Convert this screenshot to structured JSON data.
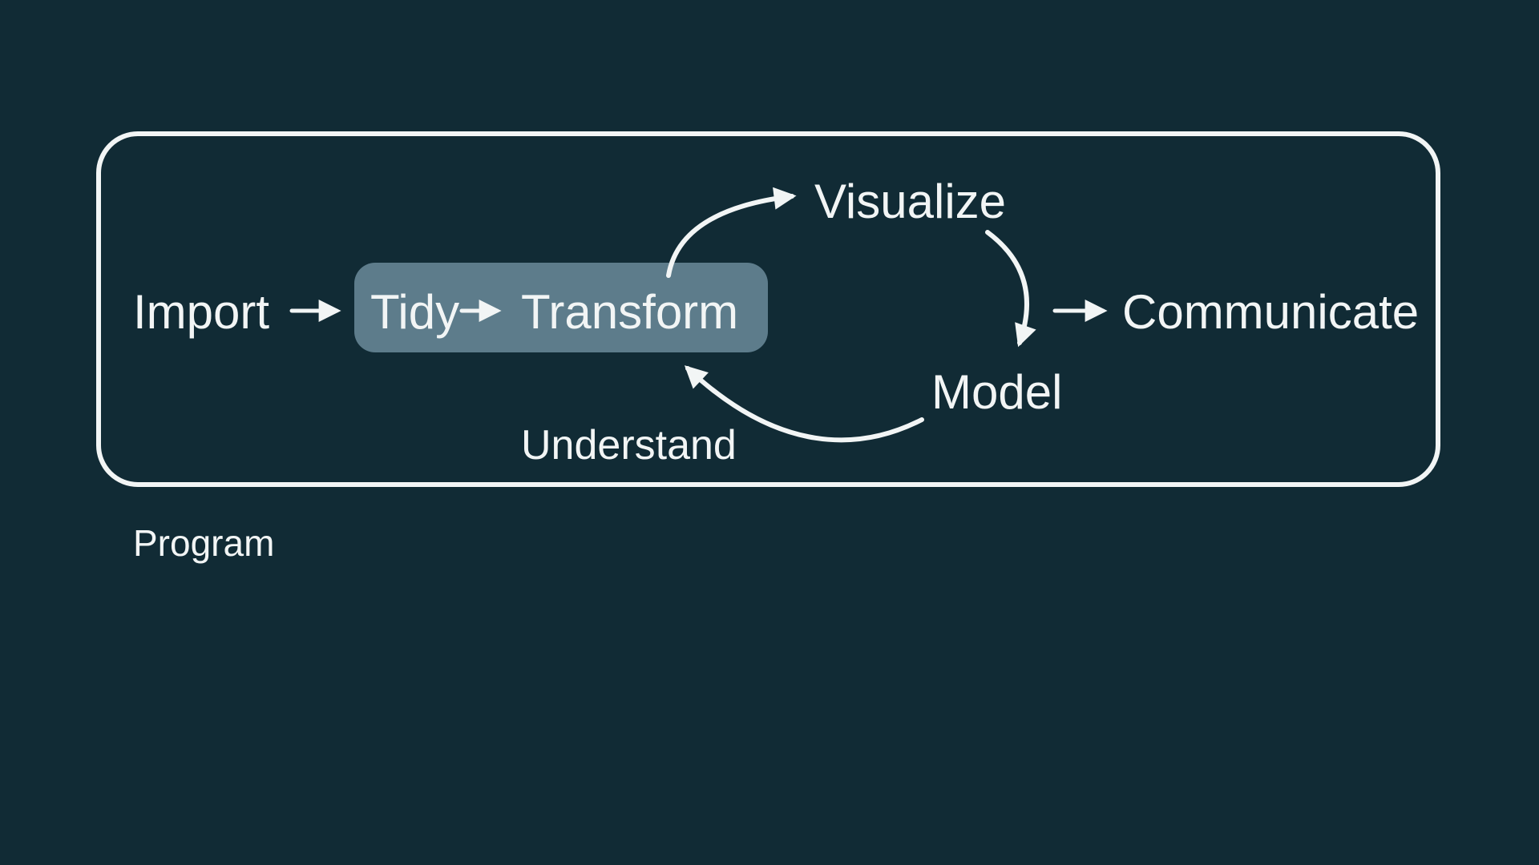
{
  "diagram": {
    "title_hidden": "",
    "nodes": {
      "import": "Import",
      "tidy": "Tidy",
      "transform": "Transform",
      "visualize": "Visualize",
      "model": "Model",
      "communicate": "Communicate"
    },
    "group_labels": {
      "understand": "Understand",
      "program": "Program"
    },
    "arrows": [
      "import-to-tidy",
      "tidy-to-transform",
      "transform-to-visualize-arc",
      "visualize-to-model-arc",
      "model-to-transform-arc",
      "model-to-communicate"
    ],
    "colors": {
      "background": "#112b35",
      "box_border": "#f2f5f5",
      "text": "#f2f5f5",
      "arrow": "#f2f5f5",
      "highlight_fill": "#5d7c8b"
    }
  }
}
